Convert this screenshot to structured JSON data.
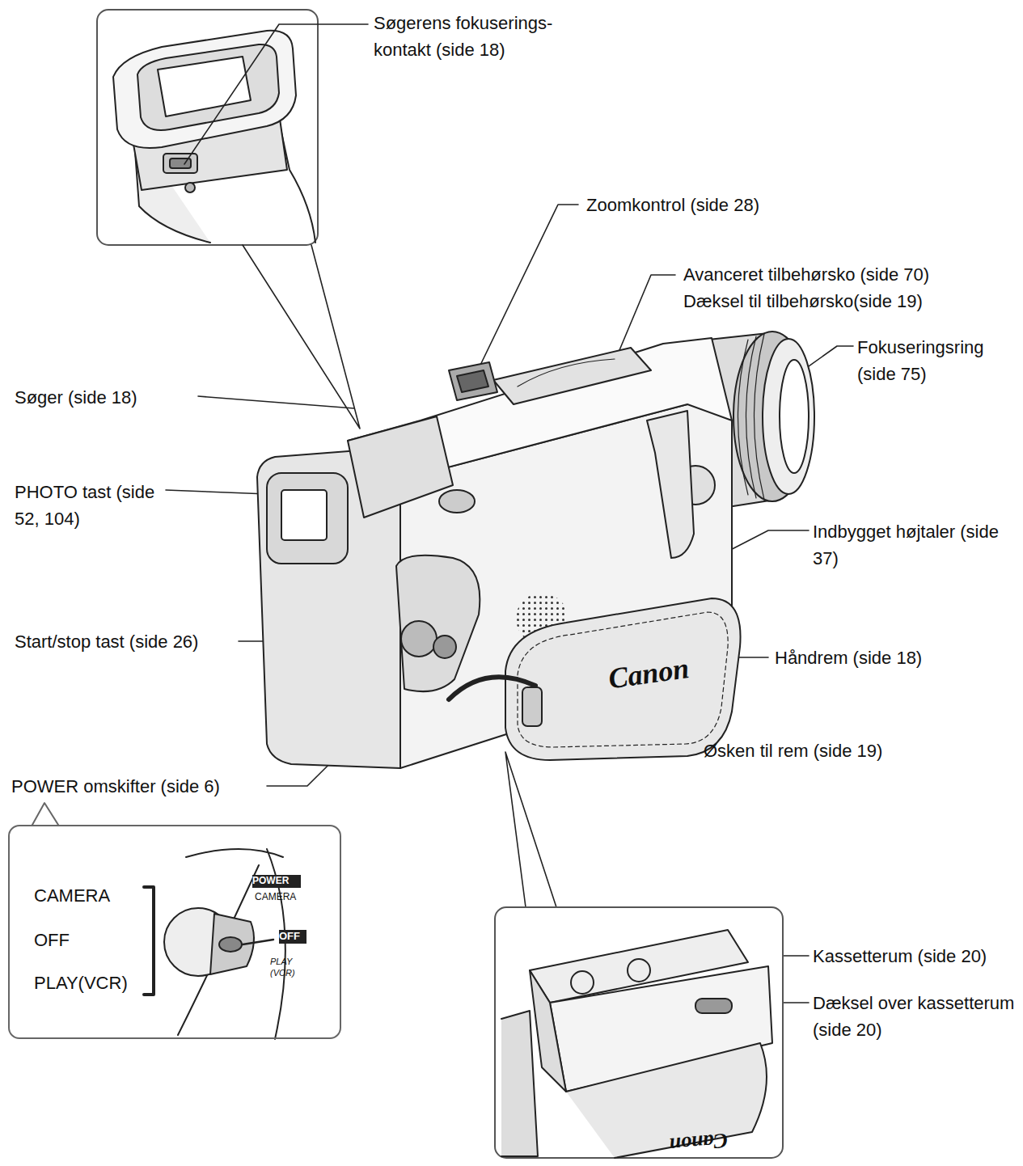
{
  "diagram": {
    "nodes": [
      {
        "text": [
          "CAMERA",
          "OFF",
          "PLAY(VCR)",
          "POWER",
          "CAMERA",
          "OFF",
          "PLAY (VCR)"
        ]
      }
    ],
    "labels": [
      "Søgerens fokuserings- kontakt (side 18)",
      "Zoomkontrol (side 28)",
      "Avanceret tilbehørsko (side 70)",
      "Dæksel til tilbehørsko(side 19)",
      "Fokuseringsring (side 75)",
      "Søger (side 18)",
      "PHOTO tast (side 52, 104)",
      "Indbygget højtaler (side 37)",
      "Start/stop tast (side 26)",
      "Håndrem (side 18)",
      "Øsken til rem (side 19)",
      "POWER omskifter (side 6)",
      "Kassetterum (side 20)",
      "Dæksel over kassetterum (side 20)",
      "Canon",
      "Canon"
    ]
  }
}
